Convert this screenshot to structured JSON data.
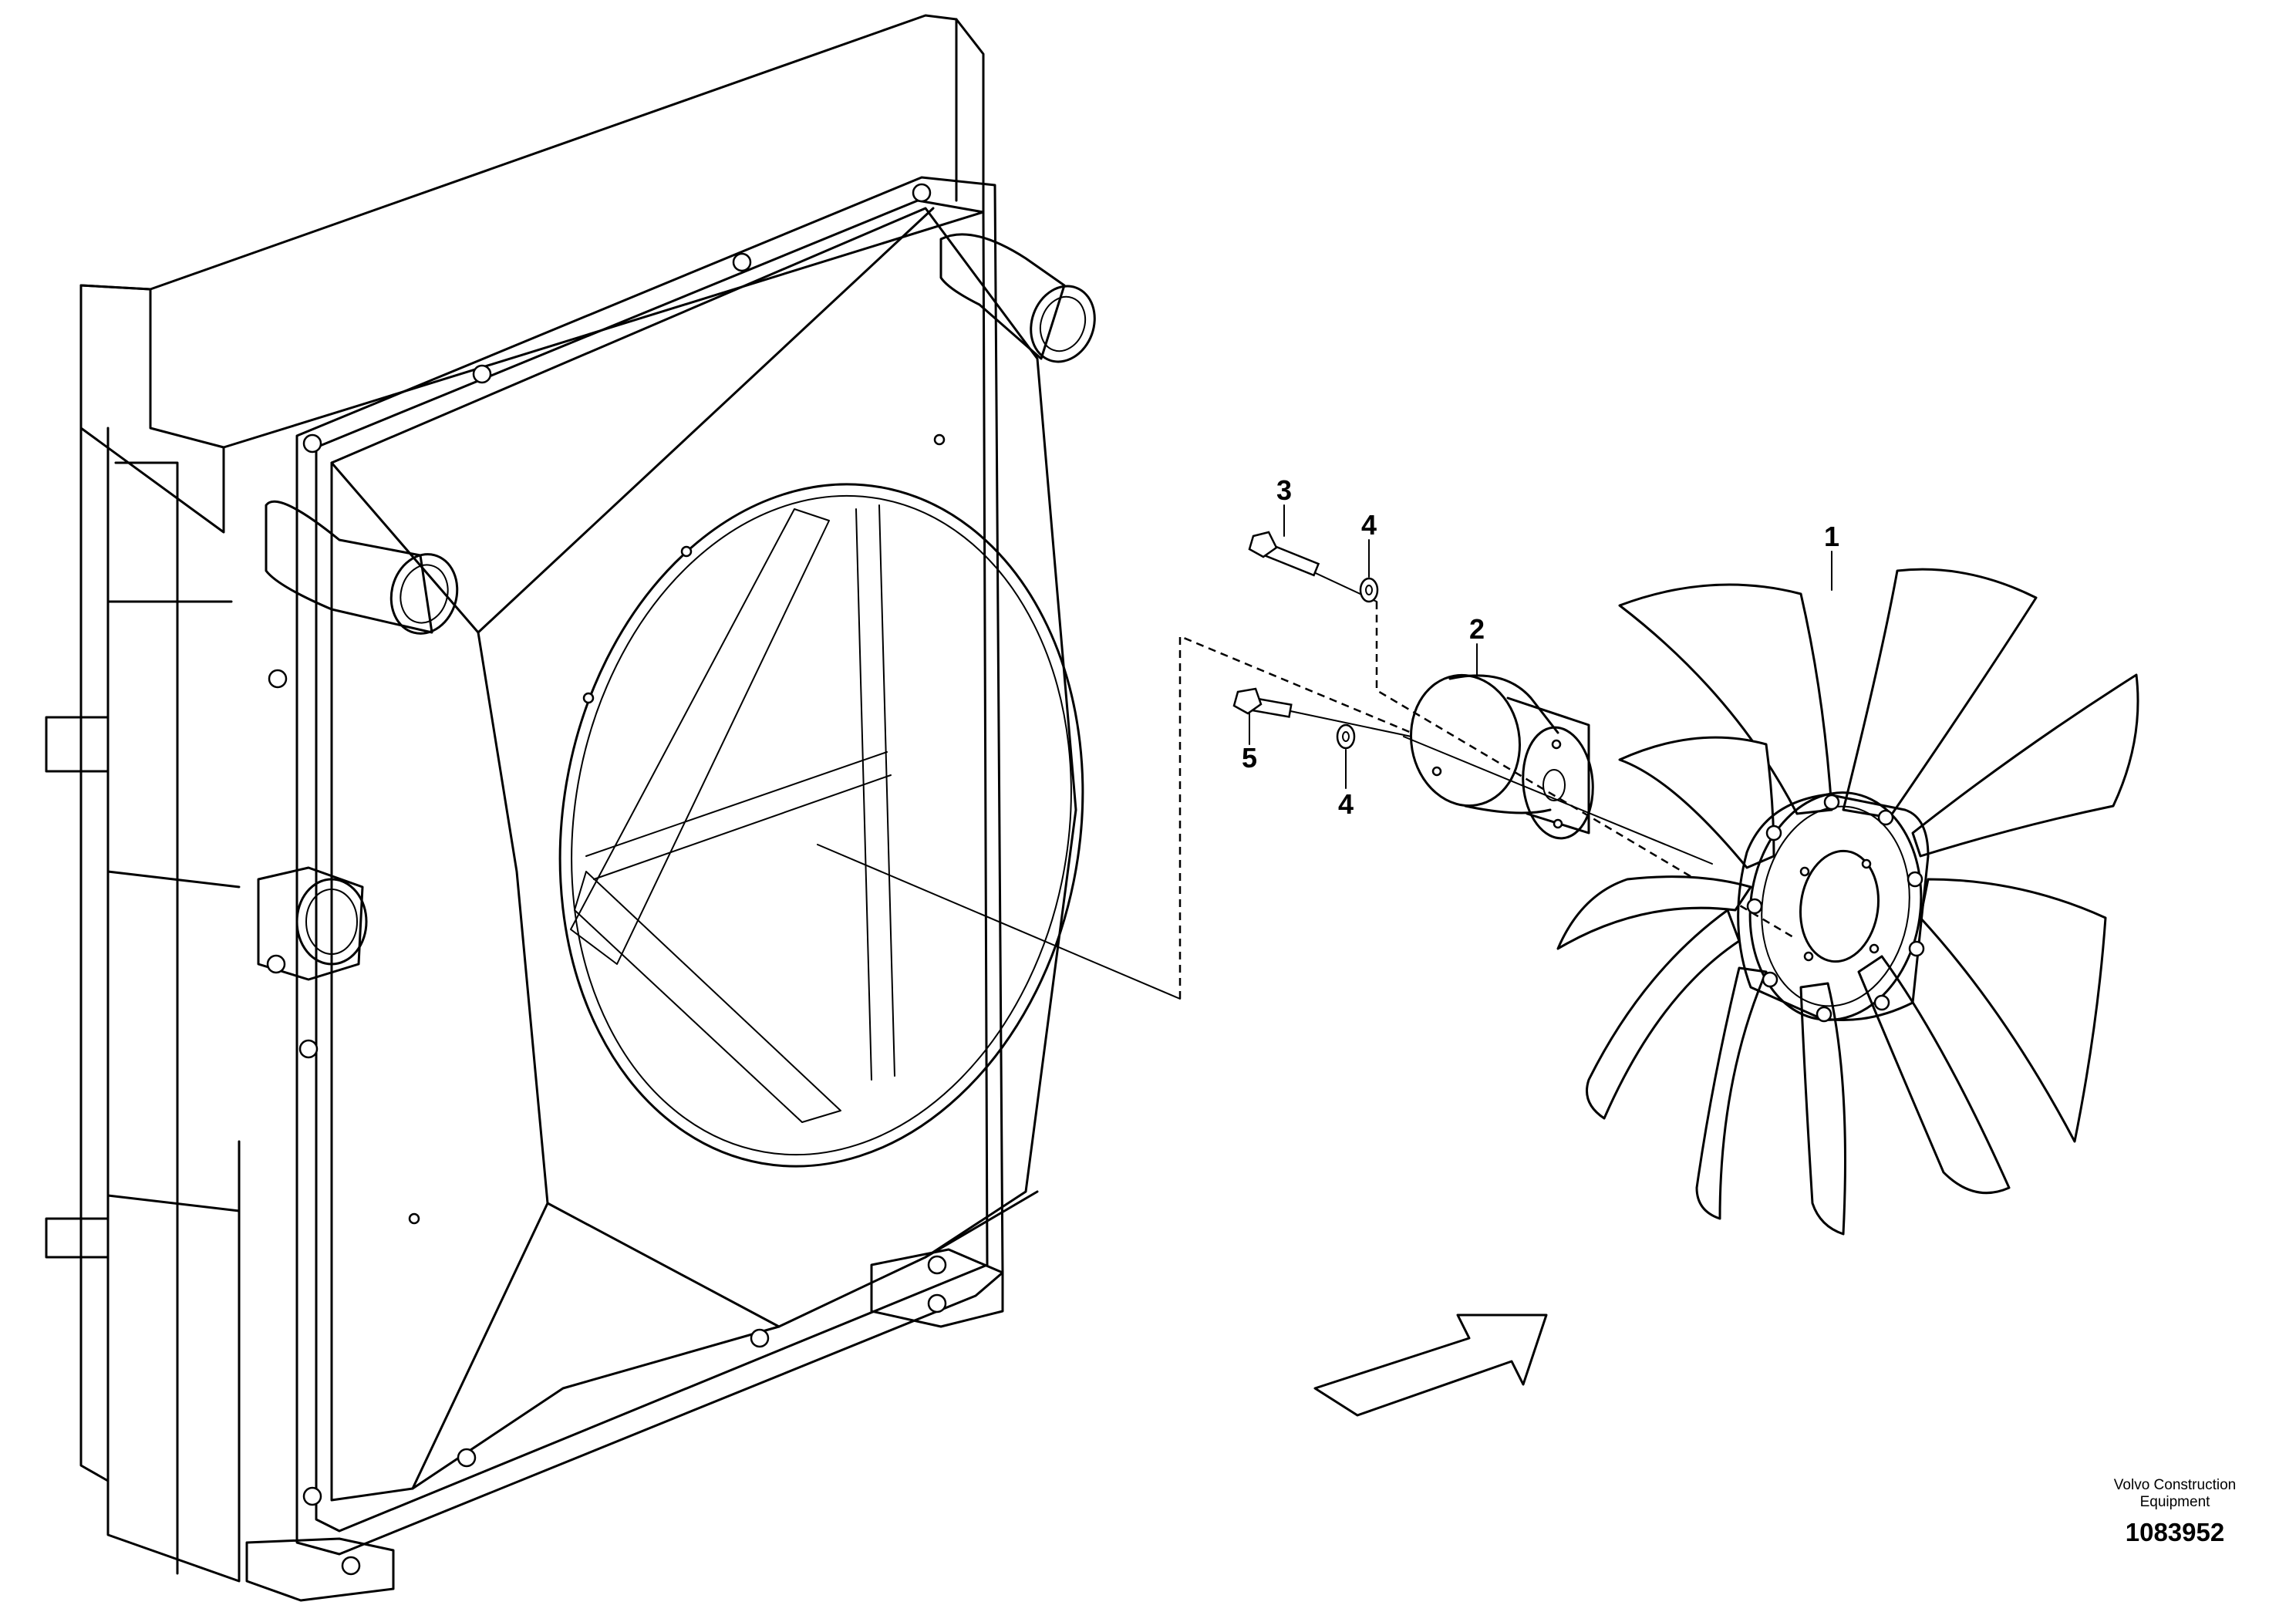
{
  "callouts": {
    "fan": "1",
    "hub": "2",
    "bolt_upper": "3",
    "washer_upper": "4",
    "bolt_lower": "5",
    "washer_lower": "4"
  },
  "footer": {
    "brand_line1": "Volvo Construction",
    "brand_line2": "Equipment",
    "document_number": "1083952"
  },
  "icons": {
    "direction_arrow": "airflow-arrow-icon"
  }
}
